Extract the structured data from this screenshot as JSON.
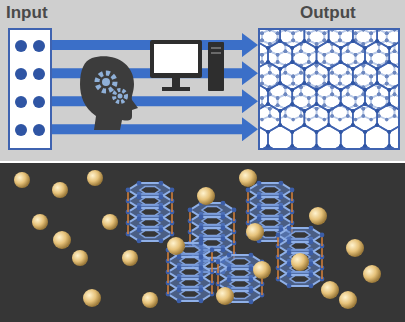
{
  "diagram": {
    "nodes": [
      {
        "text": [
          "Input"
        ]
      },
      {
        "text": [
          "Output"
        ]
      }
    ],
    "edges": [
      {
        "from": 0,
        "to": 1,
        "arrow": "to"
      },
      {
        "from": 0,
        "to": 1,
        "arrow": "to"
      },
      {
        "from": 0,
        "to": 1,
        "arrow": "to"
      },
      {
        "from": 0,
        "to": 1,
        "arrow": "to"
      }
    ]
  }
}
